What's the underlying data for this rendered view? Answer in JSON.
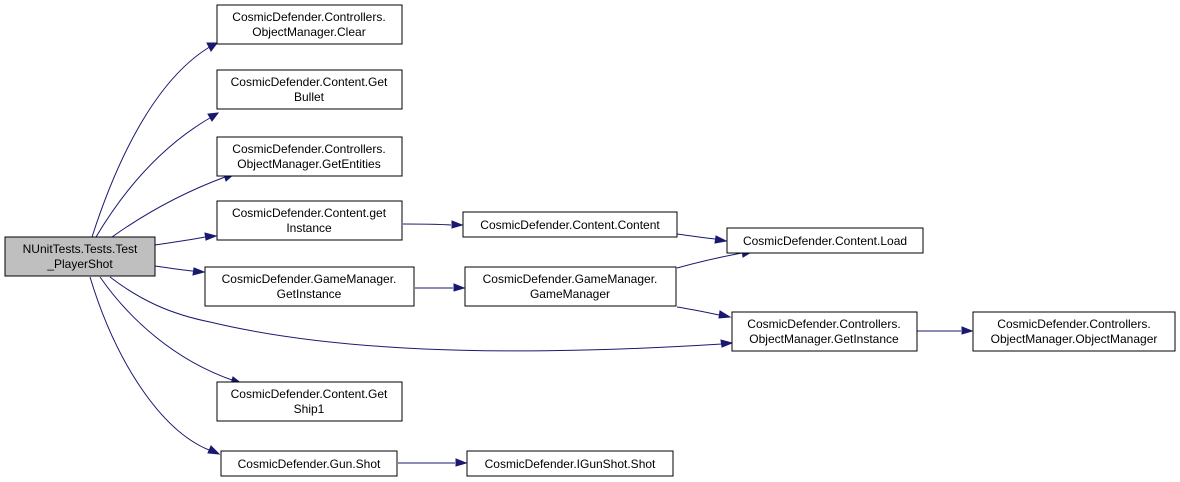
{
  "colors": {
    "node_fill": "#ffffff",
    "root_fill": "#bfbfbf",
    "node_border": "#000000",
    "edge": "#191970"
  },
  "nodes": {
    "root": [
      "NUnitTests.Tests.Test",
      "_PlayerShot"
    ],
    "om_clear": [
      "CosmicDefender.Controllers.",
      "ObjectManager.Clear"
    ],
    "get_bullet": [
      "CosmicDefender.Content.Get",
      "Bullet"
    ],
    "om_getentities": [
      "CosmicDefender.Controllers.",
      "ObjectManager.GetEntities"
    ],
    "content_getinstance": [
      "CosmicDefender.Content.get",
      "Instance"
    ],
    "gm_getinstance": [
      "CosmicDefender.GameManager.",
      "GetInstance"
    ],
    "get_ship1": [
      "CosmicDefender.Content.Get",
      "Ship1"
    ],
    "gun_shot": [
      "CosmicDefender.Gun.Shot"
    ],
    "content_content": [
      "CosmicDefender.Content.Content"
    ],
    "gm_gamemanager": [
      "CosmicDefender.GameManager.",
      "GameManager"
    ],
    "igunshot_shot": [
      "CosmicDefender.IGunShot.Shot"
    ],
    "content_load": [
      "CosmicDefender.Content.Load"
    ],
    "om_getinstance": [
      "CosmicDefender.Controllers.",
      "ObjectManager.GetInstance"
    ],
    "om_objectmanager": [
      "CosmicDefender.Controllers.",
      "ObjectManager.ObjectManager"
    ]
  }
}
